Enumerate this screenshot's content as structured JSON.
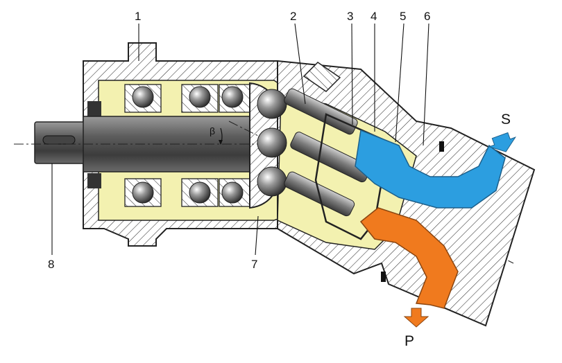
{
  "callouts": {
    "c1": "1",
    "c2": "2",
    "c3": "3",
    "c4": "4",
    "c5": "5",
    "c6": "6",
    "c7": "7",
    "c8": "8"
  },
  "ports": {
    "suction": "S",
    "pressure": "P"
  },
  "angle_label": "β",
  "colors": {
    "housing_hatch": "#ffffff",
    "bearing_zone": "#f3f1b0",
    "suction_flow": "#2c9ee0",
    "pressure_flow": "#f07a1e",
    "shaft": "#5a5a5a",
    "outline": "#222222"
  }
}
